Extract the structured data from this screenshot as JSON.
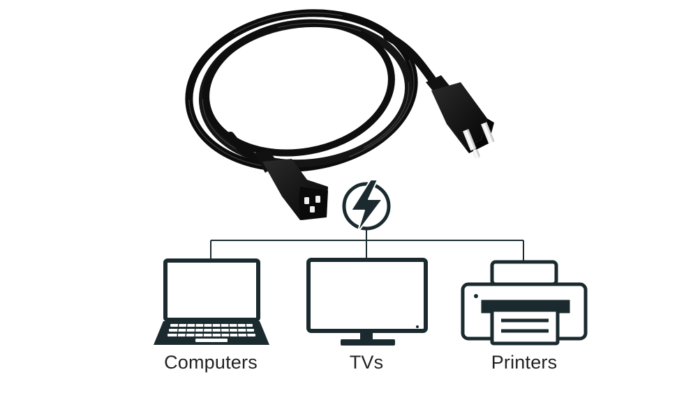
{
  "colors": {
    "icon": "#1a2a2e",
    "cable": "#111111",
    "background": "#ffffff",
    "text": "#222222"
  },
  "hub": {
    "icon": "lightning-bolt-icon"
  },
  "devices": [
    {
      "label": "Computers",
      "icon": "laptop-icon"
    },
    {
      "label": "TVs",
      "icon": "monitor-icon"
    },
    {
      "label": "Printers",
      "icon": "printer-icon"
    }
  ]
}
